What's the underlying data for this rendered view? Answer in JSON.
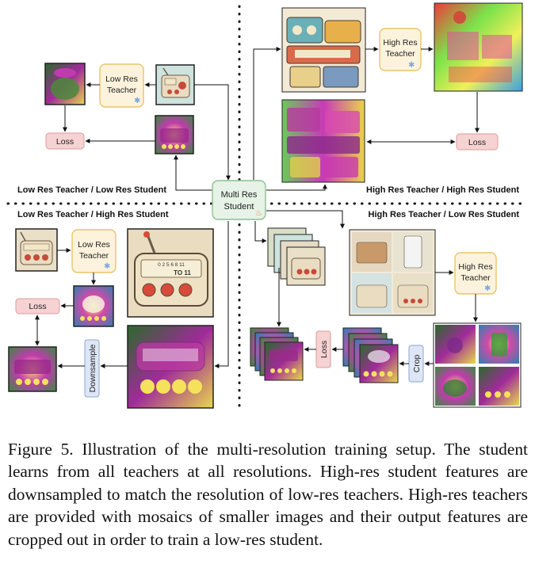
{
  "quadrant_labels": {
    "top_left": "Low Res Teacher / Low Res Student",
    "top_right": "High Res Teacher / High Res Student",
    "bottom_left": "Low Res Teacher / High Res Student",
    "bottom_right": "High Res Teacher / Low Res Student"
  },
  "student": {
    "line1": "Multi Res",
    "line2": "Student",
    "icon": "flame-icon"
  },
  "teachers": {
    "low_res_line1": "Low Res",
    "high_res_line1": "High Res",
    "line2": "Teacher",
    "icon": "snowflake-icon"
  },
  "ops": {
    "loss": "Loss",
    "downsample": "Downsample",
    "crop": "Crop"
  },
  "radio_dial_text": "TO 11",
  "radio_scale_text": "0 2 5 6 8 11",
  "caption": "Figure 5. Illustration of the multi-resolution training setup. The student learns from all teachers at all resolutions. High-res student features are downsampled to match the resolution of low-res teachers. High-res teachers are provided with mosaics of smaller images and their output features are cropped out in order to train a low-res student.",
  "colors": {
    "teacher_fill": "#fdf3dc",
    "teacher_stroke": "#e8c56a",
    "student_fill": "#e6f3e6",
    "student_stroke": "#8fbf8f",
    "loss_fill": "#f7d2d2",
    "loss_stroke": "#d99c9c",
    "op_fill": "#dde6f5",
    "op_stroke": "#8ea6cf",
    "snowflake": "#7fa8d8",
    "flame": "#f07a3a"
  }
}
